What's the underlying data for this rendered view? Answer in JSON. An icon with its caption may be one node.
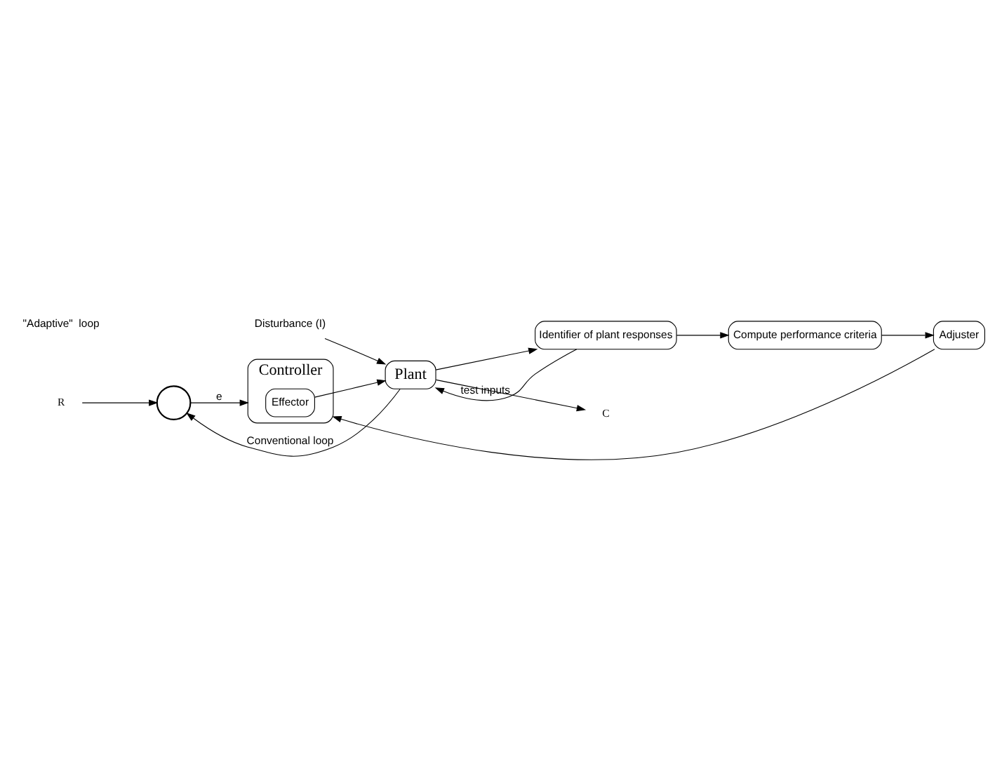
{
  "diagram": {
    "nodes": [
      {
        "text": [],
        "shape": "circle"
      },
      {
        "text": [
          "Controller"
        ]
      },
      {
        "text": [
          "Effector"
        ],
        "in": 1
      },
      {
        "text": [
          "Plant"
        ]
      },
      {
        "text": [
          "Adjuster"
        ]
      },
      {
        "text": [
          "Compute performance criteria"
        ]
      },
      {
        "text": [
          "Identifier of plant responses"
        ]
      },
      {
        "text": [
          "R"
        ]
      },
      {
        "text": [
          "C"
        ]
      },
      {
        "text": [
          "Disturbance (I)"
        ]
      }
    ],
    "edges": [
      {
        "from": 7,
        "to": 0,
        "arrow": "to"
      },
      {
        "from": 0,
        "to": 1,
        "arrow": "to",
        "label": "e"
      },
      {
        "from": 2,
        "to": 3,
        "arrow": "to"
      },
      {
        "from": 9,
        "to": 3,
        "arrow": "to"
      },
      {
        "from": 3,
        "to": 8,
        "arrow": "to"
      },
      {
        "from": 3,
        "to": 0,
        "arrow": "to",
        "label": "Conventional loop"
      },
      {
        "from": 4,
        "to": 1,
        "arrow": "to"
      },
      {
        "from": 6,
        "to": 3,
        "arrow": "to",
        "label": "test inputs"
      },
      {
        "from": 3,
        "to": 6,
        "arrow": "to"
      },
      {
        "from": 6,
        "to": 5,
        "arrow": "to"
      },
      {
        "from": 5,
        "to": 4,
        "arrow": "to"
      }
    ],
    "labels": [
      "\"Adaptive\"  loop"
    ]
  }
}
